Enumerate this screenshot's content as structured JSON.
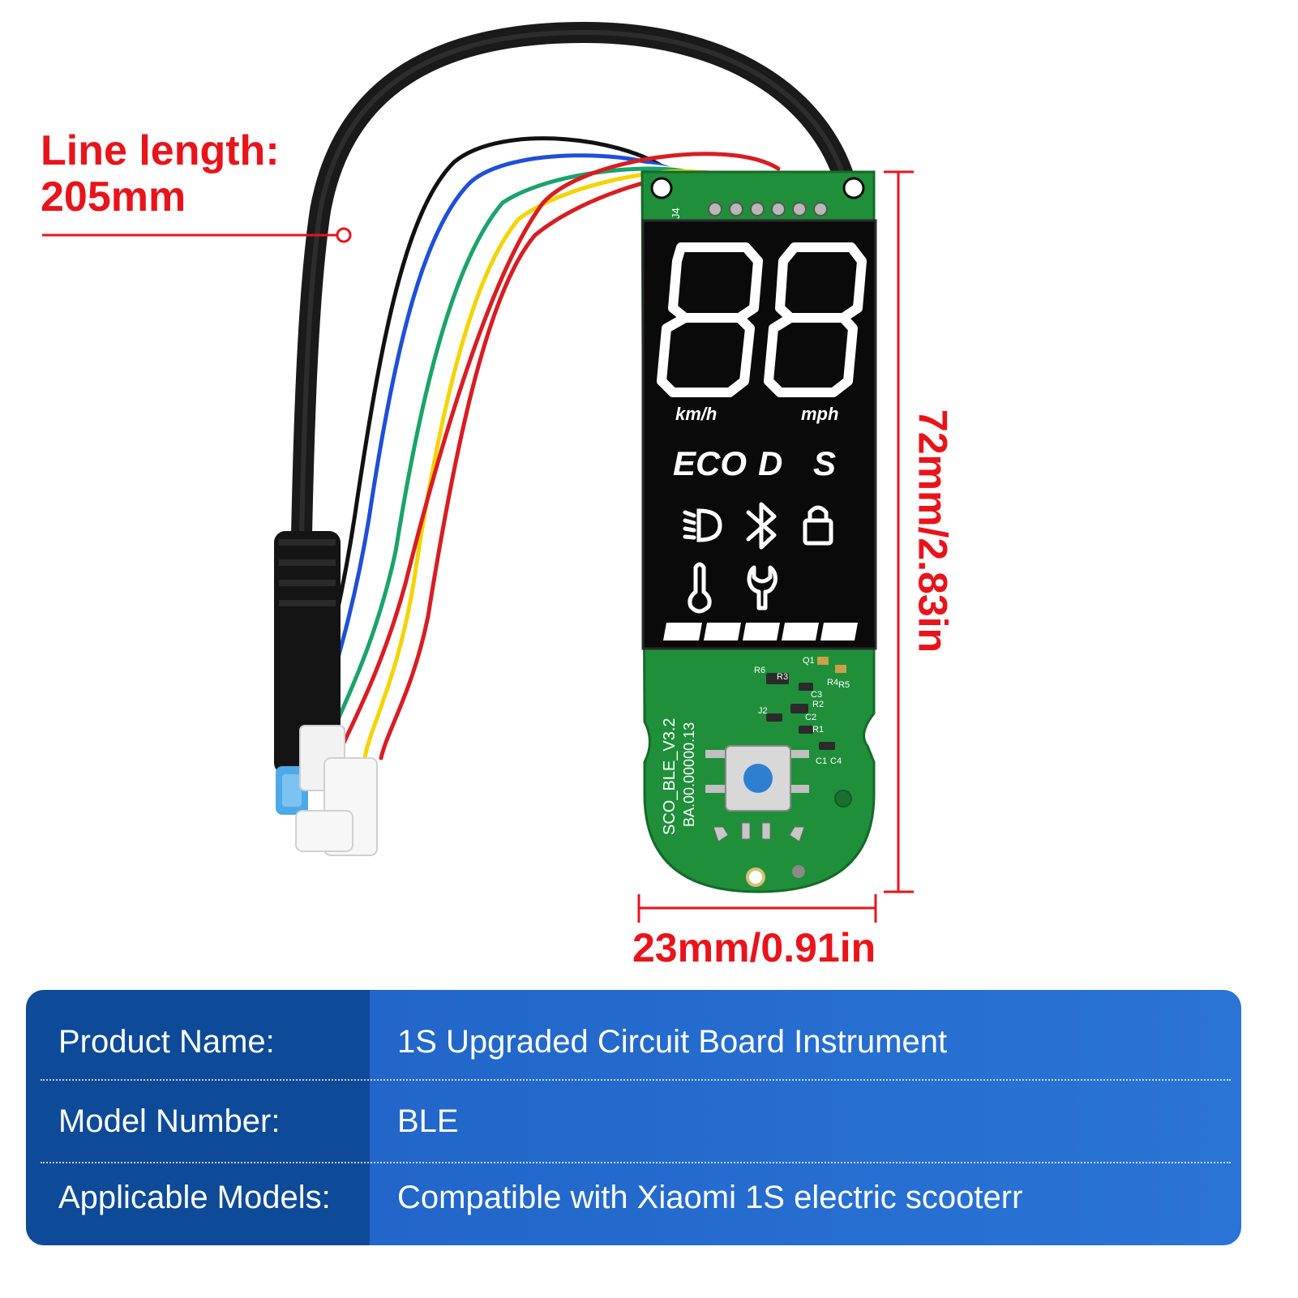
{
  "labels": {
    "line_length_1": "Line length:",
    "line_length_2": "205mm",
    "height": "72mm/2.83in",
    "width": "23mm/0.91in"
  },
  "display": {
    "speed_digits": "88",
    "unit_left": "km/h",
    "unit_right": "mph",
    "mode_eco": "ECO",
    "mode_d": "D",
    "mode_s": "S",
    "icons": [
      "headlight-icon",
      "bluetooth-icon",
      "lock-icon",
      "thermometer-icon",
      "wrench-icon"
    ]
  },
  "board": {
    "silk_line1": "SCO_BLE_V3.2",
    "silk_line2": "BA.00.00000.13",
    "connector_label": "J4",
    "component_labels": [
      "R6",
      "R3",
      "R4",
      "R5",
      "R2",
      "R1",
      "C3",
      "C2",
      "C1",
      "C4",
      "J2",
      "Q1"
    ]
  },
  "specs": [
    {
      "key": "Product Name:",
      "value": "1S Upgraded Circuit Board Instrument"
    },
    {
      "key": "Model Number:",
      "value": "BLE"
    },
    {
      "key": "Applicable Models:",
      "value": "Compatible with Xiaomi 1S electric scooterr"
    }
  ],
  "colors": {
    "accent_red": "#e8141b",
    "pcb_green": "#1f8f3a",
    "table_dark": "#0d4a98",
    "table_light": "#2a74d6"
  }
}
